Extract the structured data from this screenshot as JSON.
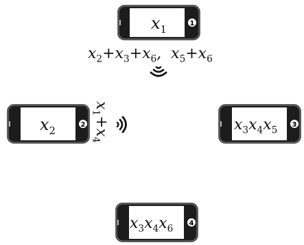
{
  "phones": [
    {
      "id": "1",
      "badge": "1",
      "label": "x",
      "sub": "1"
    },
    {
      "id": "2",
      "badge": "2",
      "label": "x",
      "sub": "2"
    },
    {
      "id": "3",
      "badge": "3",
      "label": "x3x4x5"
    },
    {
      "id": "4",
      "badge": "4",
      "label": "x3x4x6"
    }
  ],
  "messages": {
    "top": "x2+x3+x6,  x5+x6",
    "left": "x1+x4"
  },
  "icons": {
    "phone": "iphone-icon",
    "broadcast_down": "broadcast-wave-icon",
    "broadcast_right": "broadcast-wave-icon"
  },
  "colors": {
    "phone_body": "#1a1a1a",
    "screen": "#ffffff",
    "badge_fill": "#ffffff"
  }
}
